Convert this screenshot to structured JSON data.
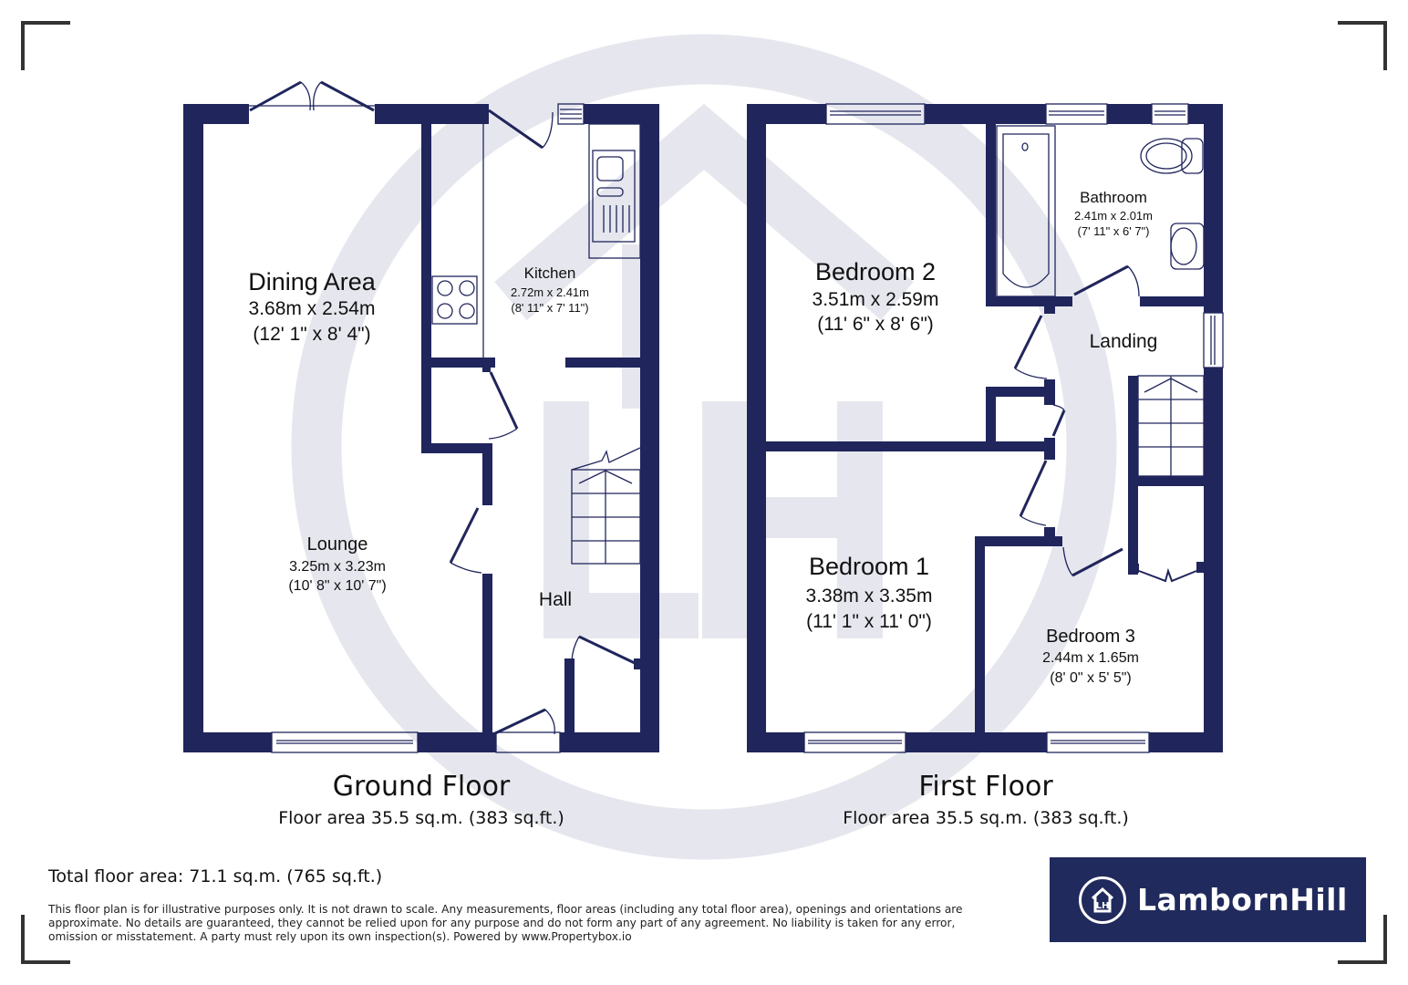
{
  "colors": {
    "wall": "#20255c",
    "watermark": "#e6e7ee",
    "logo_bg": "#202a5c",
    "text": "#111111"
  },
  "floors": [
    {
      "title": "Ground Floor",
      "area": "Floor area 35.5 sq.m. (383 sq.ft.)",
      "rooms": [
        {
          "name": "Dining Area",
          "metric": "3.68m x 2.54m",
          "imperial": "(12' 1\" x 8' 4\")"
        },
        {
          "name": "Kitchen",
          "metric": "2.72m x 2.41m",
          "imperial": "(8' 11\" x 7' 11\")"
        },
        {
          "name": "Lounge",
          "metric": "3.25m x 3.23m",
          "imperial": "(10' 8\" x 10' 7\")"
        },
        {
          "name": "Hall"
        }
      ]
    },
    {
      "title": "First Floor",
      "area": "Floor area 35.5 sq.m. (383 sq.ft.)",
      "rooms": [
        {
          "name": "Bedroom 2",
          "metric": "3.51m x 2.59m",
          "imperial": "(11' 6\" x 8' 6\")"
        },
        {
          "name": "Bathroom",
          "metric": "2.41m x 2.01m",
          "imperial": "(7' 11\" x 6' 7\")"
        },
        {
          "name": "Landing"
        },
        {
          "name": "Bedroom 1",
          "metric": "3.38m x 3.35m",
          "imperial": "(11' 1\" x 11' 0\")"
        },
        {
          "name": "Bedroom 3",
          "metric": "2.44m x 1.65m",
          "imperial": "(8' 0\" x 5' 5\")"
        }
      ]
    }
  ],
  "total_area": "Total floor area: 71.1 sq.m. (765 sq.ft.)",
  "disclaimer": "This floor plan is for illustrative purposes only. It is not drawn to scale. Any measurements, floor areas (including any total floor area), openings and orientations are approximate. No details are guaranteed, they cannot be relied upon for any purpose and do not form any part of any agreement. No liability is taken for any error, omission or misstatement. A party must rely upon its own inspection(s). Powered by www.Propertybox.io",
  "logo": {
    "mark": "LH",
    "name": "LambornHill",
    "icon": "house-in-circle-icon"
  },
  "watermark": {
    "icon": "lh-house-watermark-icon"
  }
}
